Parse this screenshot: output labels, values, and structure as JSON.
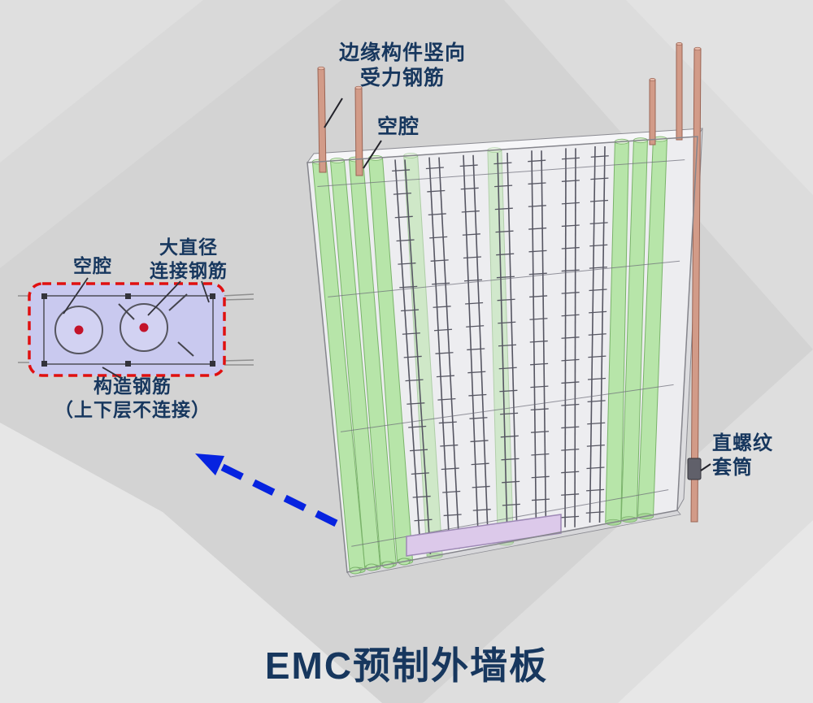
{
  "title": "EMC预制外墙板",
  "annotations": {
    "edge_vertical_rebar": {
      "line1": "边缘构件竖向",
      "line2": "受力钢筋"
    },
    "cavity": "空腔",
    "threaded_coupler": {
      "line1": "直螺纹",
      "line2": "套筒"
    }
  },
  "inset": {
    "cavity": "空腔",
    "large_diameter_rebar": {
      "line1": "大直径",
      "line2": "连接钢筋"
    },
    "structural_rebar": "构造钢筋",
    "structural_rebar_note": "（上下层不连接）"
  },
  "colors": {
    "label_text": "#17375e",
    "title_text": "#17375e",
    "arrow_blue": "#0623e0",
    "inset_border_red": "#e01010",
    "cavity_green": "#b7e5a9",
    "rebar_gray": "#565662",
    "copper_bar": "#d29b88",
    "panel_face": "#ededf0",
    "inset_fill": "#c9c9ef",
    "base_strip": "#dcc9ea"
  }
}
